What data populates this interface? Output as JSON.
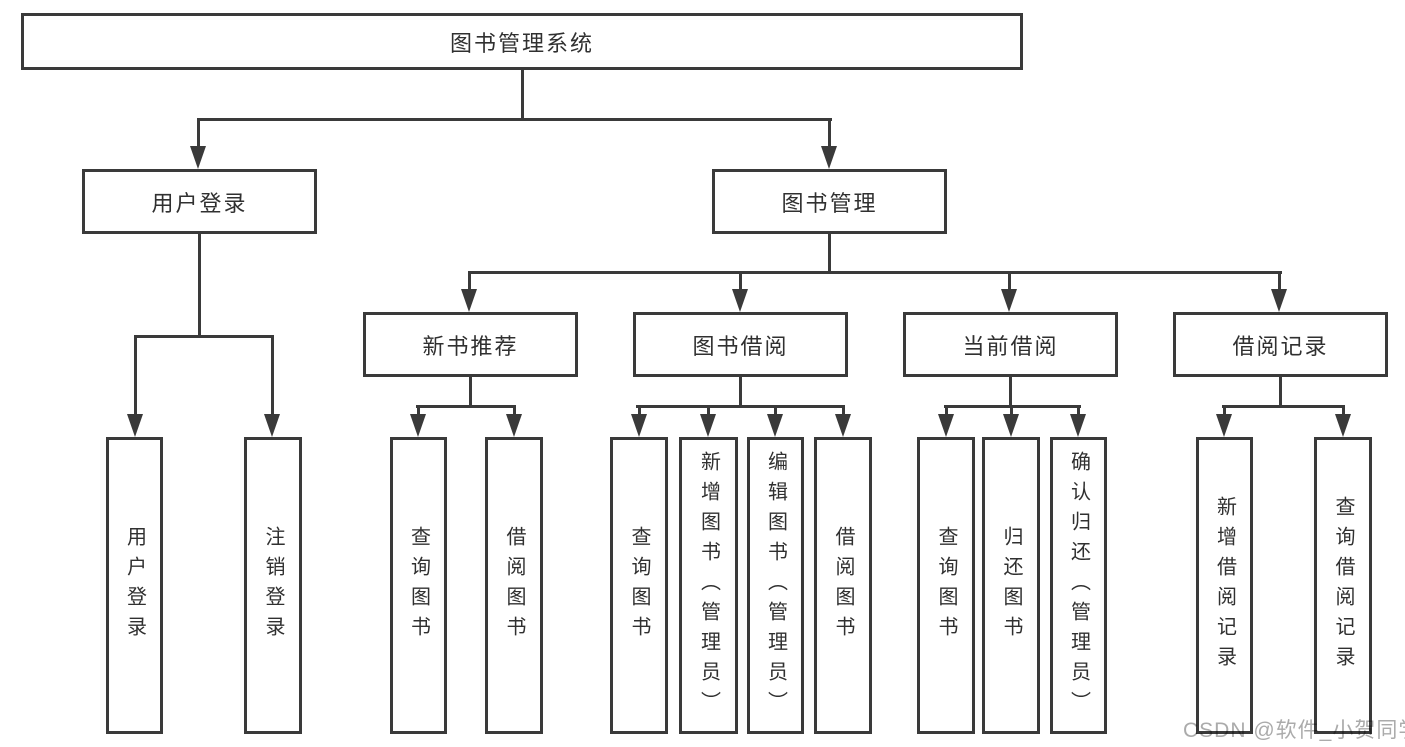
{
  "tree": {
    "label": "图书管理系统",
    "children": [
      {
        "label": "用户登录",
        "children": [
          {
            "label": "用户登录"
          },
          {
            "label": "注销登录"
          }
        ]
      },
      {
        "label": "图书管理",
        "children": [
          {
            "label": "新书推荐",
            "children": [
              {
                "label": "查询图书"
              },
              {
                "label": "借阅图书"
              }
            ]
          },
          {
            "label": "图书借阅",
            "children": [
              {
                "label": "查询图书"
              },
              {
                "label": "新增图书（管理员）"
              },
              {
                "label": "编辑图书（管理员）"
              },
              {
                "label": "借阅图书"
              }
            ]
          },
          {
            "label": "当前借阅",
            "children": [
              {
                "label": "查询图书"
              },
              {
                "label": "归还图书"
              },
              {
                "label": "确认归还（管理员）"
              }
            ]
          },
          {
            "label": "借阅记录",
            "children": [
              {
                "label": "新增借阅记录"
              },
              {
                "label": "查询借阅记录"
              }
            ]
          }
        ]
      }
    ]
  },
  "watermark": "CSDN @软件_小贺同学",
  "colors": {
    "line": "#3a3a3a",
    "text": "#303030",
    "watermark": "#ababab",
    "background": "#ffffff"
  }
}
